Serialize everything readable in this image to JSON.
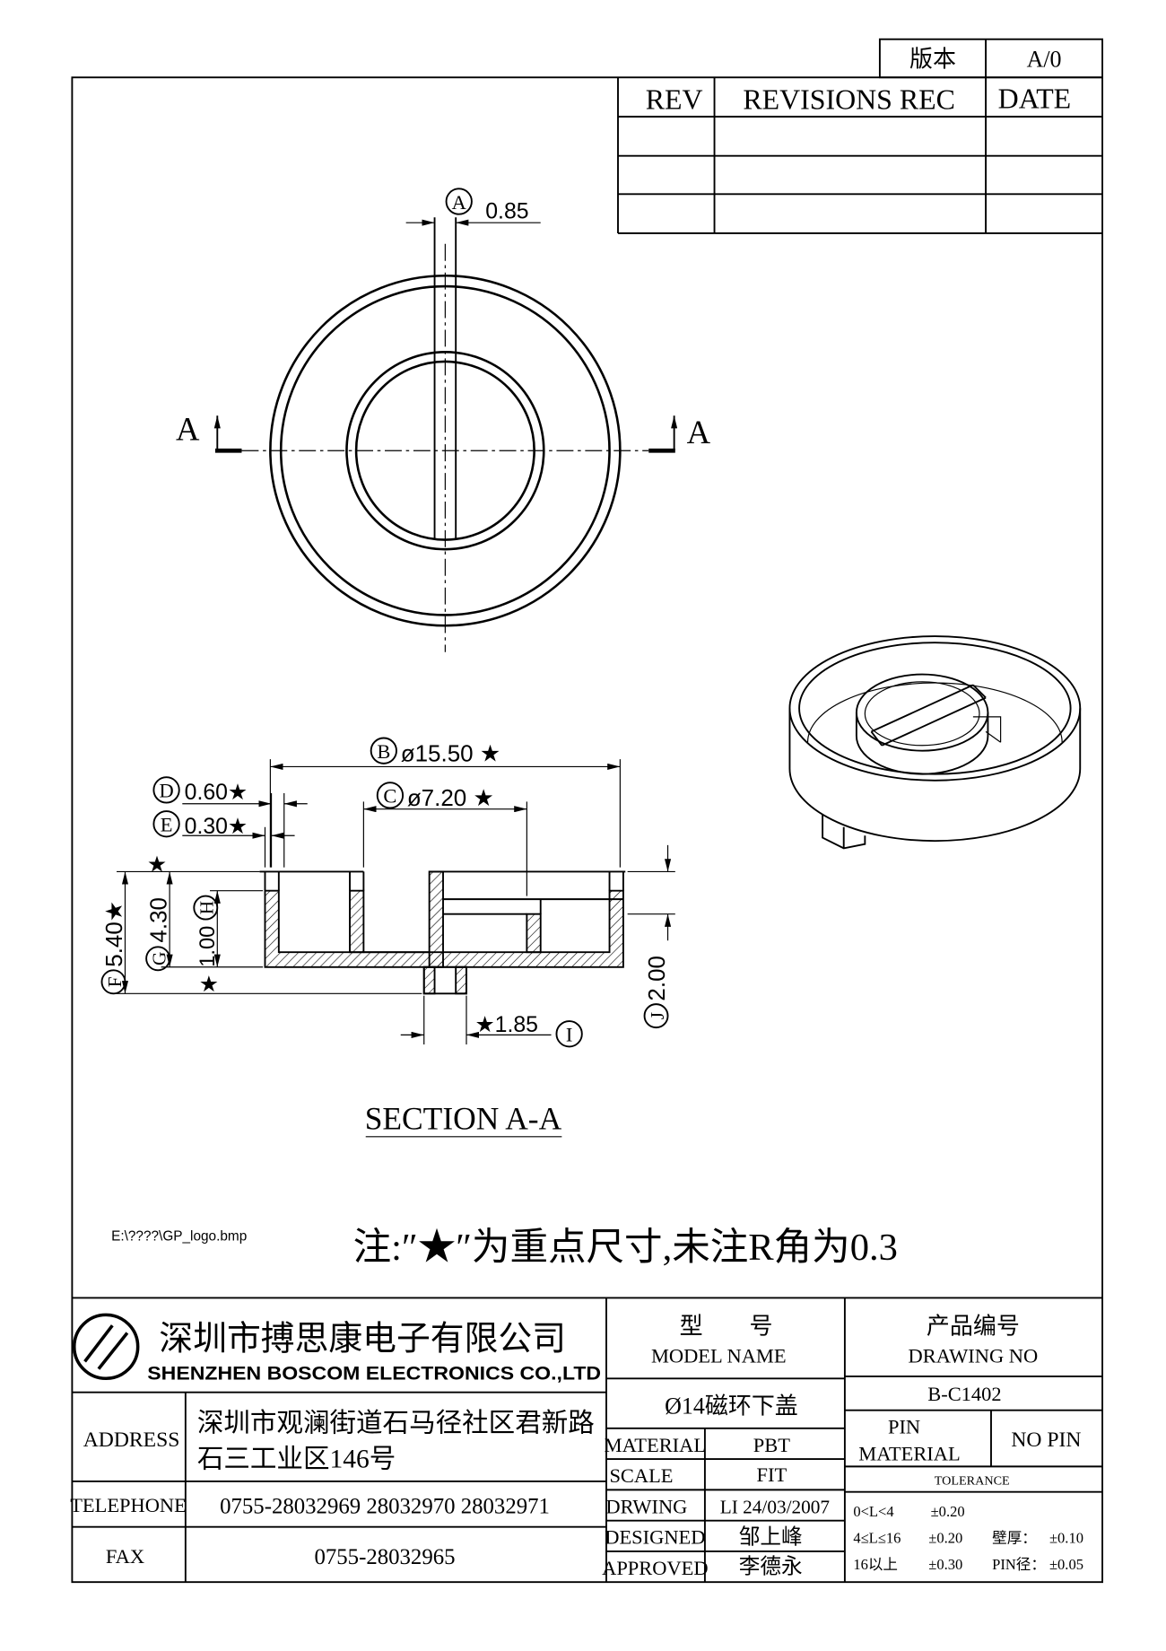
{
  "revision_block": {
    "version_label": "版本",
    "version_value": "A/0",
    "col_rev": "REV",
    "col_revisions": "REVISIONS REC",
    "col_date": "DATE"
  },
  "top_view": {
    "section_mark_left": "A",
    "section_mark_right": "A",
    "dim_a_tag": "A",
    "dim_a_value": "0.85"
  },
  "section_view": {
    "title": "SECTION A-A",
    "dim_b": {
      "tag": "B",
      "value": "ø15.50 ★"
    },
    "dim_c": {
      "tag": "C",
      "value": "ø7.20 ★"
    },
    "dim_d": {
      "tag": "D",
      "value": "0.60★"
    },
    "dim_e": {
      "tag": "E",
      "value": "0.30★"
    },
    "dim_f": {
      "tag": "F",
      "value": "5.40★"
    },
    "dim_g": {
      "tag": "G",
      "value": "4.30"
    },
    "dim_h": {
      "tag": "H",
      "value": "1.00"
    },
    "dim_i": {
      "tag": "I",
      "value": "★1.85"
    },
    "dim_j": {
      "tag": "J",
      "value": "2.00"
    },
    "star_top": "★",
    "star_bottom": "★"
  },
  "notes": {
    "logo_file": "E:\\????\\GP_logo.bmp",
    "key_note": "注:″★″为重点尺寸,未注R角为0.3"
  },
  "title_block": {
    "company_cn": "深圳市搏思康电子有限公司",
    "company_en": "SHENZHEN BOSCOM ELECTRONICS CO.,LTD",
    "address_label": "ADDRESS",
    "address_line1": "深圳市观澜街道石马径社区君新路",
    "address_line2": "石三工业区146号",
    "telephone_label": "TELEPHONE",
    "telephone_value": "0755-28032969 28032970 28032971",
    "fax_label": "FAX",
    "fax_value": "0755-28032965",
    "model_label_cn": "型　　号",
    "model_label_en": "MODEL NAME",
    "model_value": "Ø14磁环下盖",
    "drawing_no_label_cn": "产品编号",
    "drawing_no_label_en": "DRAWING NO",
    "drawing_no_value": "B-C1402",
    "rows": [
      {
        "label": "MATERIAL",
        "value": "PBT"
      },
      {
        "label": "SCALE",
        "value": "FIT"
      },
      {
        "label": "DRWING",
        "value": "LI 24/03/2007"
      },
      {
        "label": "DESIGNED",
        "value": "邹上峰"
      },
      {
        "label": "APPROVED",
        "value": "李德永"
      }
    ],
    "pin_material_label_line1": "PIN",
    "pin_material_label_line2": "MATERIAL",
    "pin_material_value": "NO PIN",
    "tolerance_label": "TOLERANCE",
    "tolerance": [
      {
        "range": "0<L<4",
        "general": "±0.20"
      },
      {
        "range": "4≤L≤16",
        "general": "±0.20",
        "extra_label": "壁厚：",
        "extra_value": "±0.10"
      },
      {
        "range": "16以上",
        "general": "±0.30",
        "extra_label": "PIN径：",
        "extra_value": "±0.05"
      }
    ]
  }
}
